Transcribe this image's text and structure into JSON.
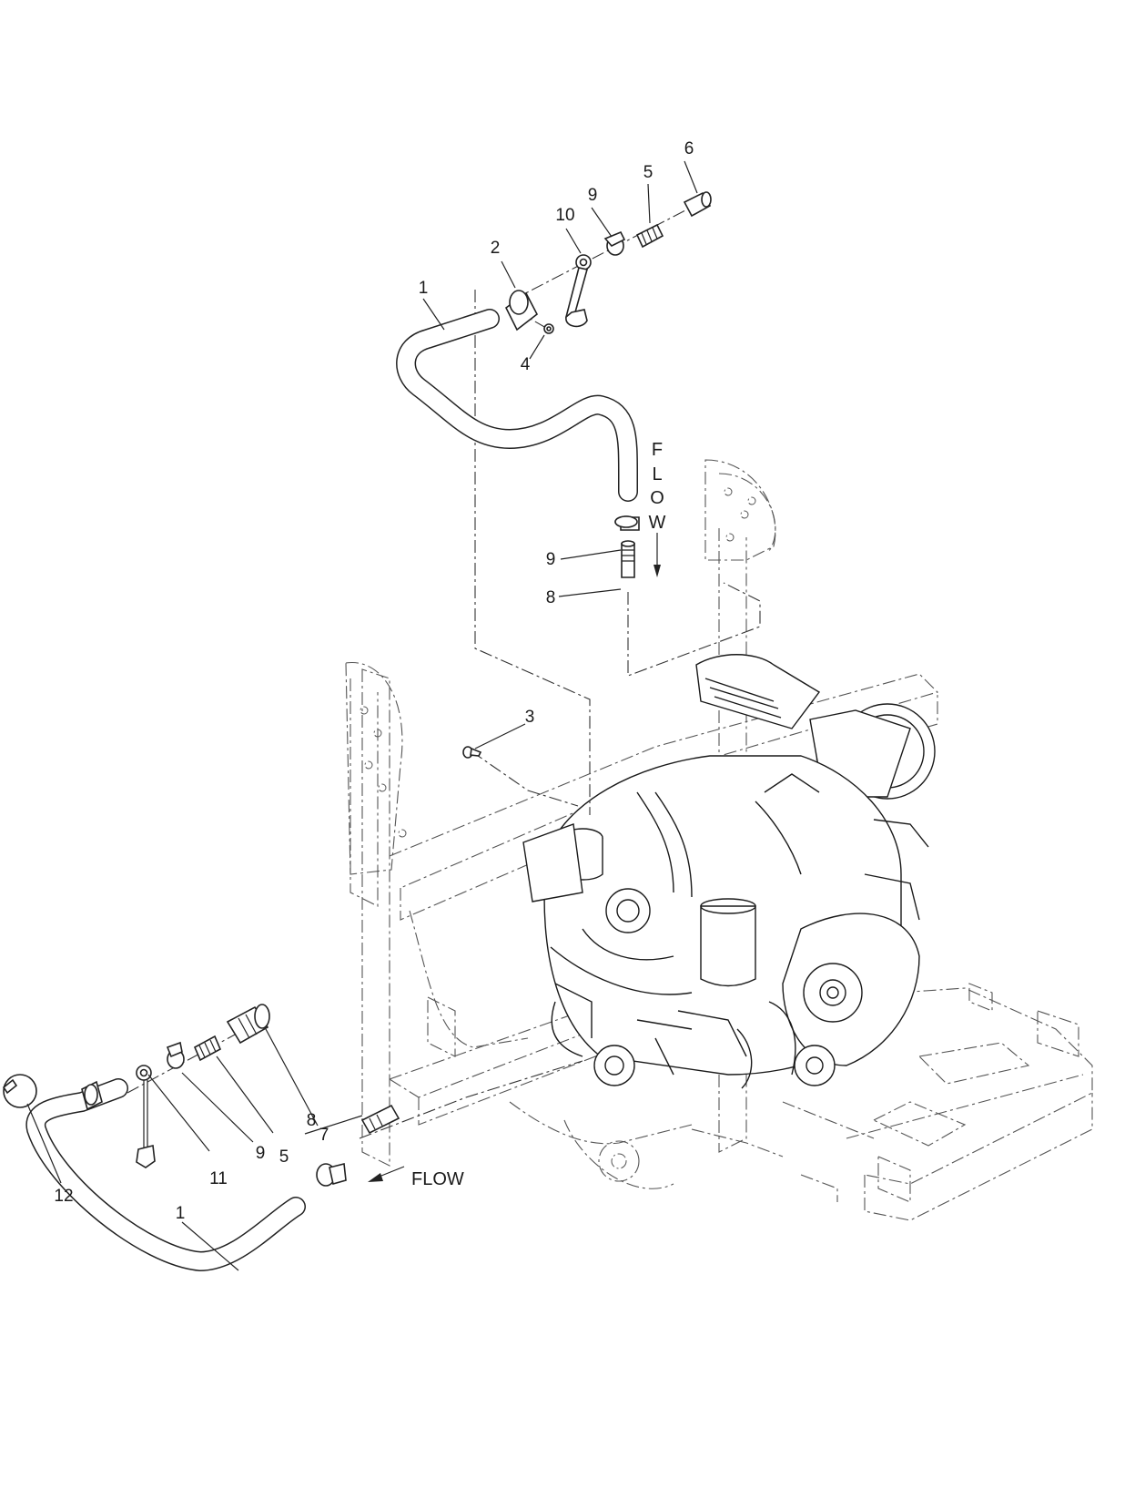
{
  "callouts_upper": {
    "c1": "1",
    "c2": "2",
    "c4": "4",
    "c10": "10",
    "c9a": "9",
    "c5": "5",
    "c6": "6",
    "c9b": "9",
    "c8": "8"
  },
  "flow_upper": [
    "F",
    "L",
    "O",
    "W"
  ],
  "callout_mid": {
    "c3": "3"
  },
  "callouts_lower": {
    "c7": "7",
    "c5": "5",
    "c8": "8",
    "c9": "9",
    "c11": "11",
    "c1": "1",
    "c12": "12"
  },
  "flow_lower": "FLOW"
}
